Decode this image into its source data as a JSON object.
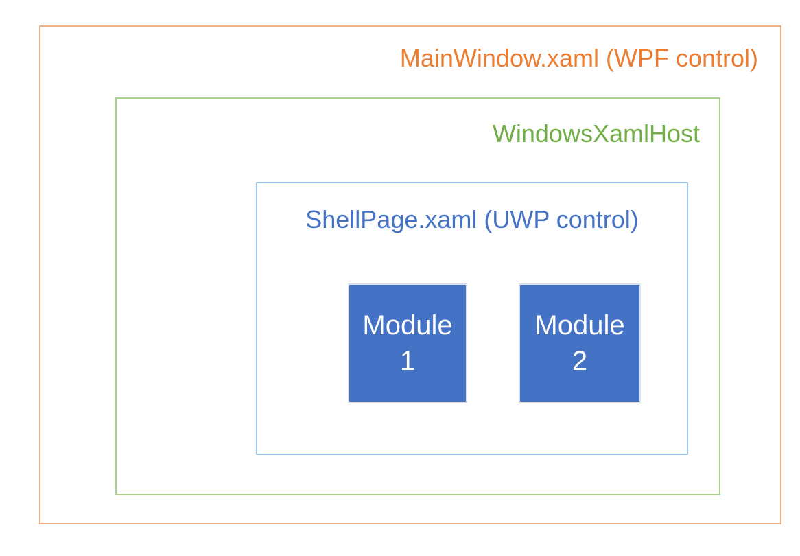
{
  "diagram": {
    "outer": {
      "label": "MainWindow.xaml (WPF control)",
      "border_color": "#F4B183",
      "text_color": "#ED7D31"
    },
    "host": {
      "label": "WindowsXamlHost",
      "border_color": "#A9D18E",
      "text_color": "#70AD47"
    },
    "shell": {
      "label": "ShellPage.xaml (UWP control)",
      "border_color": "#9DC3E6",
      "text_color": "#4472C4"
    },
    "modules": [
      {
        "lines": {
          "0": "Module",
          "1": "1"
        },
        "fill_color": "#4472C4",
        "border_color": "#DDE2EA",
        "text_color": "#FFFFFF"
      },
      {
        "lines": {
          "0": "Module",
          "1": "2"
        },
        "fill_color": "#4472C4",
        "border_color": "#DDE2EA",
        "text_color": "#FFFFFF"
      }
    ]
  }
}
